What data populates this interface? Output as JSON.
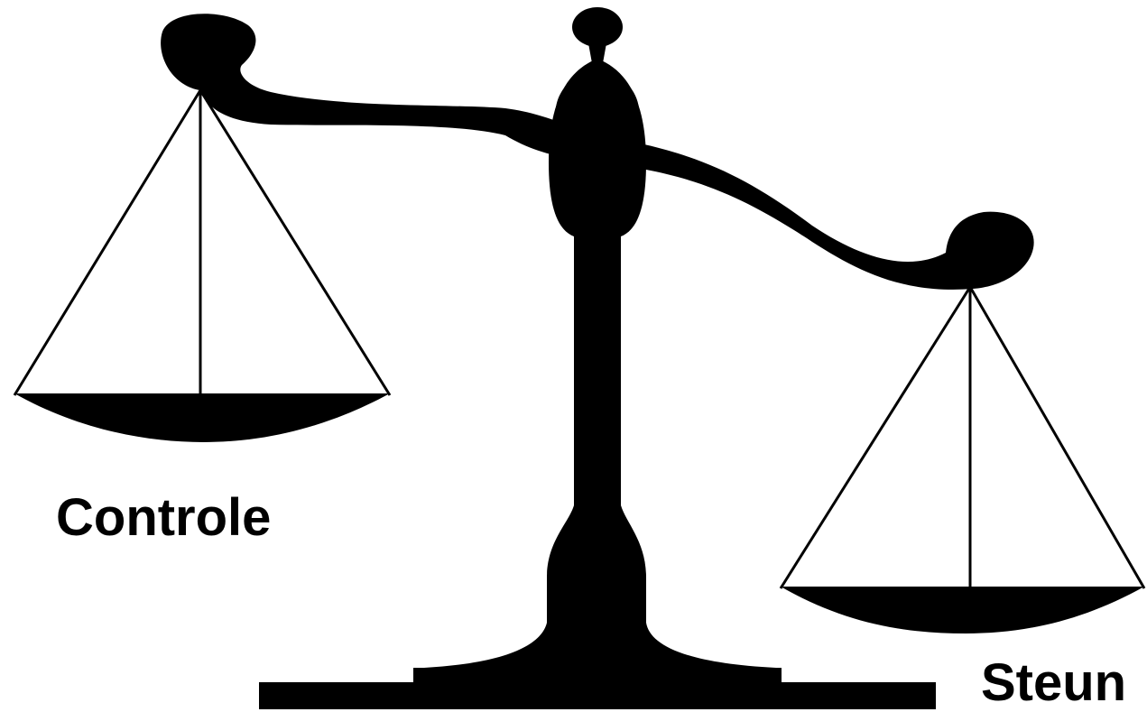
{
  "labels": {
    "left_pan": "Controle",
    "right_pan": "Steun"
  },
  "colors": {
    "ink": "#000000",
    "background": "#ffffff"
  },
  "icon": "balance-scale-icon",
  "tilt": "right-pan-lower"
}
